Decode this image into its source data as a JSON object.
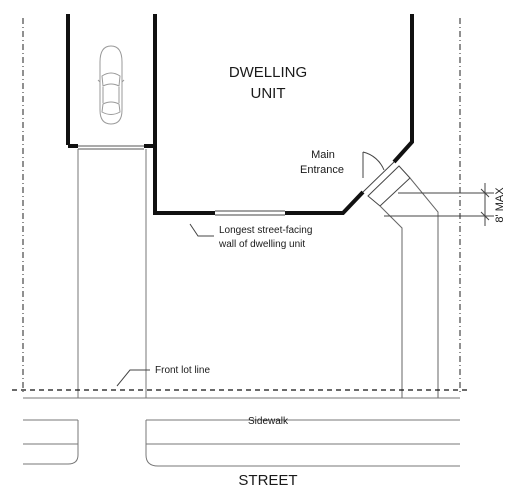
{
  "dwelling": {
    "line1": "DWELLING",
    "line2": "UNIT"
  },
  "entrance": {
    "line1": "Main",
    "line2": "Entrance"
  },
  "dimension": {
    "label": "8' MAX"
  },
  "wall_note": {
    "line1": "Longest street-facing",
    "line2": "wall of dwelling unit"
  },
  "lot_line": {
    "label": "Front lot line"
  },
  "sidewalk": {
    "label": "Sidewalk"
  },
  "street": {
    "label": "STREET"
  },
  "icons": {
    "car": "car-icon",
    "door": "door-swing-icon"
  },
  "colors": {
    "wall": "#1a1a1a",
    "line": "#7a7a7a",
    "text": "#1a1a1a"
  }
}
